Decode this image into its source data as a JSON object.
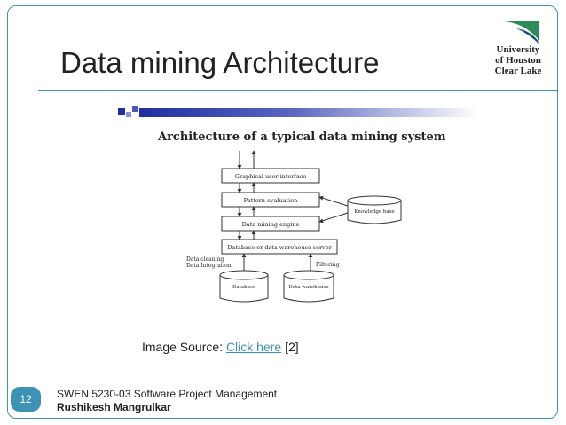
{
  "slide": {
    "title": "Data mining Architecture",
    "number": "12",
    "footer_course": "SWEN 5230-03 Software Project Management",
    "footer_author": "Rushikesh Mangrulkar"
  },
  "logo": {
    "line1": "University",
    "line2": "of Houston",
    "line3": "Clear Lake"
  },
  "diagram": {
    "heading": "Architecture of a typical data mining system",
    "boxes": {
      "gui": "Graphical user interface",
      "pattern": "Pattern evaluation",
      "engine": "Data mining engine",
      "server": "Database or data warehouse server"
    },
    "knowledge_base": "Knowledge base",
    "cylinders": {
      "database": "Database",
      "warehouse": "Data warehouse"
    },
    "side_labels": {
      "cleaning": "Data cleaning",
      "integration": "Data Integration",
      "filtering": "Filtering"
    }
  },
  "caption": {
    "prefix": "Image Source: ",
    "link": "Click here",
    "suffix": " [2]"
  },
  "colors": {
    "accent": "#3d93b5",
    "logo_green": "#2e8b57",
    "logo_blue": "#1e4f8c"
  }
}
